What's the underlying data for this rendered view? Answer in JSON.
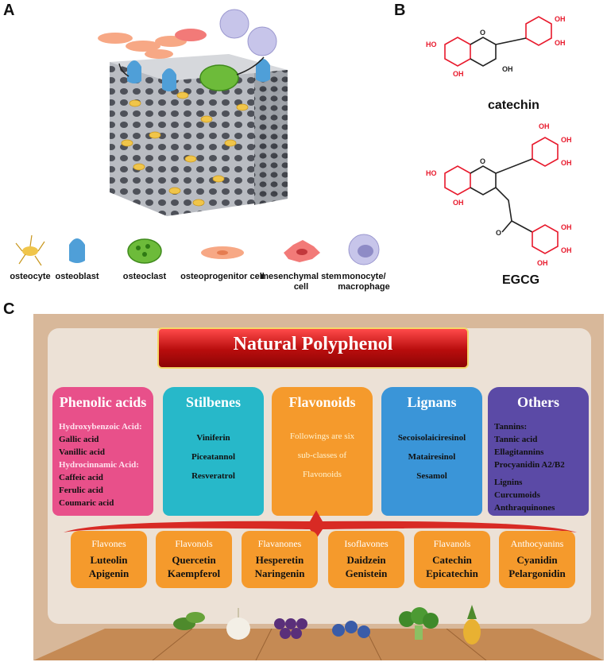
{
  "panels": {
    "a": "A",
    "b": "B",
    "c": "C"
  },
  "cells": [
    {
      "icon": "osteocyte-icon",
      "label": "osteocyte"
    },
    {
      "icon": "osteoblast-icon",
      "label": "osteoblast"
    },
    {
      "icon": "osteoclast-icon",
      "label": "osteoclast"
    },
    {
      "icon": "osteoprogenitor-cell-icon",
      "label": "osteoprogenitor cell"
    },
    {
      "icon": "mesenchymal-stem-cell-icon",
      "label": "mesenchymal stem cell"
    },
    {
      "icon": "monocyte-macrophage-icon",
      "label": "monocyte/ macrophage"
    }
  ],
  "chemistry": {
    "catechin_label": "catechin",
    "egcg_label": "EGCG",
    "oh": "OH",
    "ho": "HO",
    "o": "O",
    "highlight_color": "#e8192c"
  },
  "panel_c": {
    "title": "Natural Polyphenol",
    "categories": [
      {
        "name": "Phenolic acids",
        "color": "#e8508a",
        "lines": [
          {
            "text": "Hydroxybenzoic Acid:",
            "kind": "sub"
          },
          {
            "text": "Gallic acid",
            "kind": "item"
          },
          {
            "text": "Vanillic acid",
            "kind": "item"
          },
          {
            "text": "Hydrocinnamic Acid:",
            "kind": "sub"
          },
          {
            "text": "Caffeic acid",
            "kind": "item"
          },
          {
            "text": "Ferulic acid",
            "kind": "item"
          },
          {
            "text": "Coumaric acid",
            "kind": "item"
          }
        ]
      },
      {
        "name": "Stilbenes",
        "color": "#27b8c9",
        "lines": [
          {
            "text": "Viniferin",
            "kind": "item"
          },
          {
            "text": "Piceatannol",
            "kind": "item"
          },
          {
            "text": "Resveratrol",
            "kind": "item"
          }
        ]
      },
      {
        "name": "Flavonoids",
        "color": "#f59a2c",
        "lines": [
          {
            "text": "Followings are six",
            "kind": "note"
          },
          {
            "text": "sub-classes of",
            "kind": "note"
          },
          {
            "text": "Flavonoids",
            "kind": "note"
          }
        ]
      },
      {
        "name": "Lignans",
        "color": "#3a95d8",
        "lines": [
          {
            "text": "Secoisolaiciresinol",
            "kind": "item"
          },
          {
            "text": "Matairesinol",
            "kind": "item"
          },
          {
            "text": "Sesamol",
            "kind": "item"
          }
        ]
      },
      {
        "name": "Others",
        "color": "#5b4aa6",
        "lines": [
          {
            "text": "Tannins:",
            "kind": "item"
          },
          {
            "text": "Tannic acid",
            "kind": "item"
          },
          {
            "text": "Ellagitannins",
            "kind": "item"
          },
          {
            "text": "Procyanidin A2/B2",
            "kind": "item"
          },
          {
            "text": "Lignins",
            "kind": "item"
          },
          {
            "text": "Curcumoids",
            "kind": "item"
          },
          {
            "text": "Anthraquinones",
            "kind": "item"
          }
        ]
      }
    ],
    "flavonoid_subclasses": [
      {
        "name": "Flavones",
        "examples": [
          "Luteolin",
          "Apigenin"
        ]
      },
      {
        "name": "Flavonols",
        "examples": [
          "Quercetin",
          "Kaempferol"
        ]
      },
      {
        "name": "Flavanones",
        "examples": [
          "Hesperetin",
          "Naringenin"
        ]
      },
      {
        "name": "Isoflavones",
        "examples": [
          "Daidzein",
          "Genistein"
        ]
      },
      {
        "name": "Flavanols",
        "examples": [
          "Catechin",
          "Epicatechin"
        ]
      },
      {
        "name": "Anthocyanins",
        "examples": [
          "Cyanidin",
          "Pelargonidin"
        ]
      }
    ],
    "foods": [
      "tea-leaves-icon",
      "garlic-icon",
      "grapes-icon",
      "blueberries-icon",
      "broccoli-icon",
      "pineapple-icon"
    ]
  }
}
